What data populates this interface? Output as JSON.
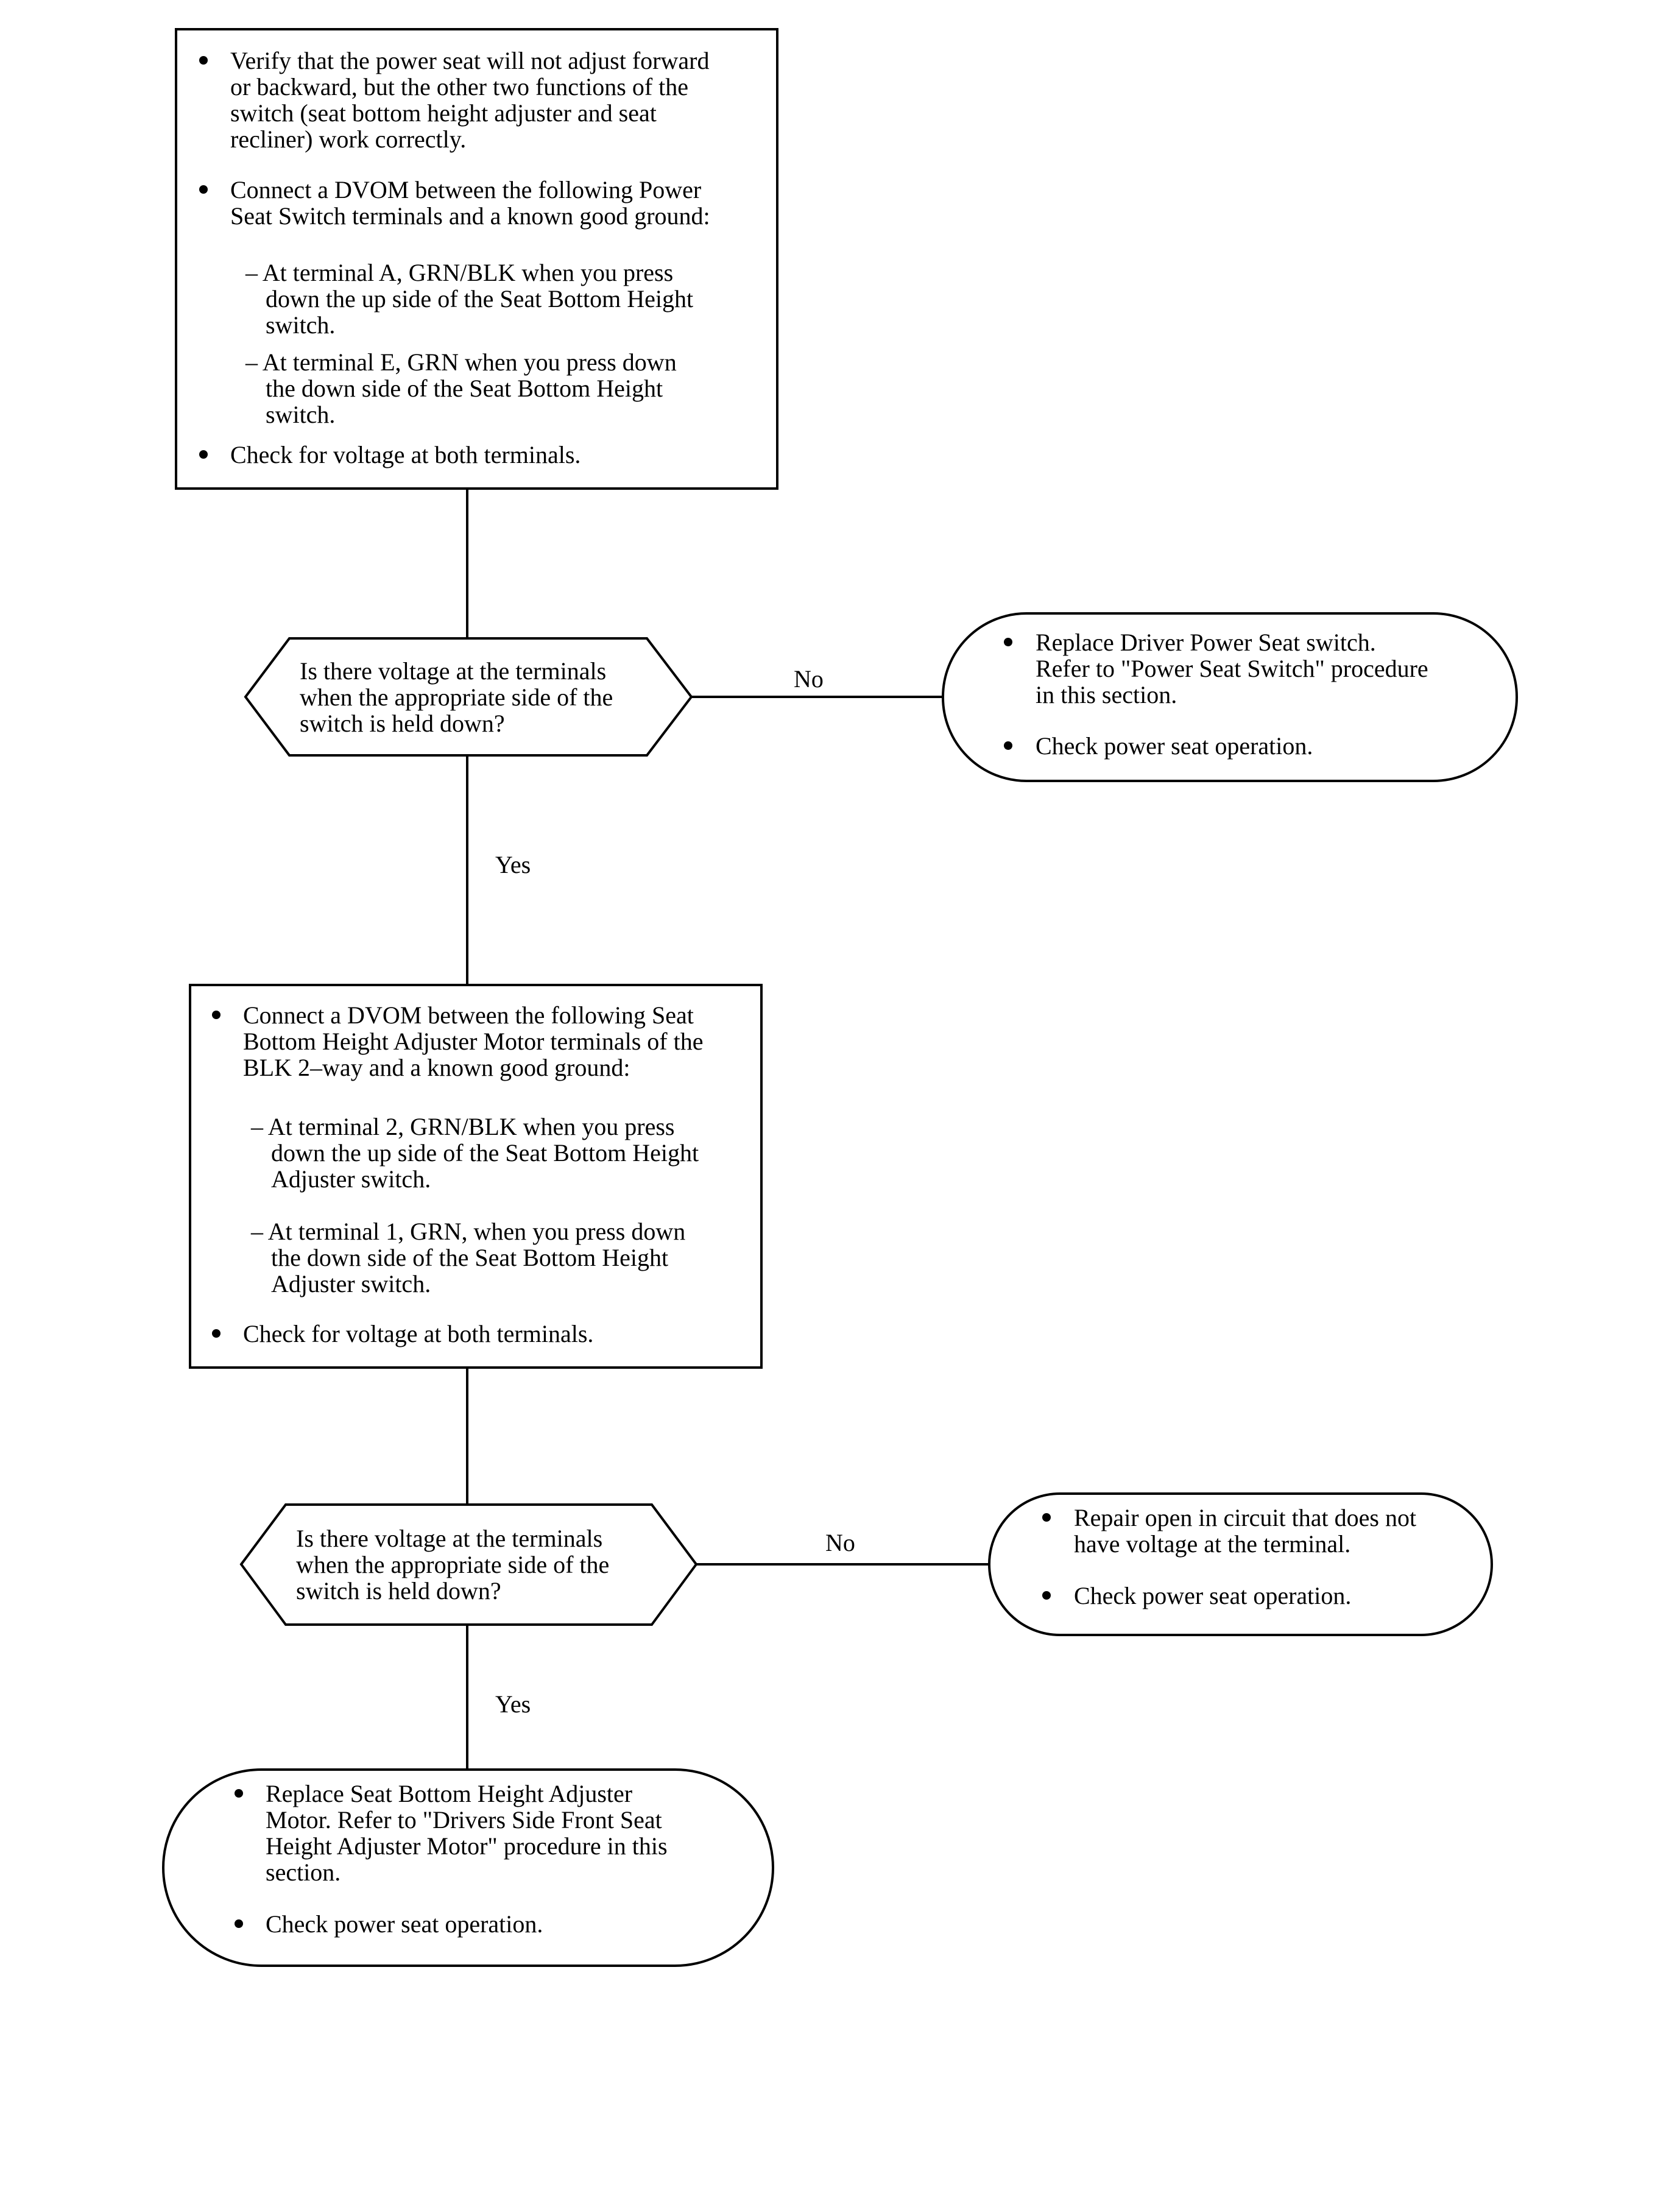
{
  "step1": {
    "bullets": [
      [
        "Verify that the power seat will not adjust forward",
        "or backward, but the other two functions of the",
        "switch (seat bottom height adjuster and seat",
        "recliner) work correctly."
      ],
      [
        "Connect a DVOM between the following Power",
        "Seat Switch terminals and a known good ground:"
      ],
      [
        "Check for voltage at both terminals."
      ]
    ],
    "dashes": [
      [
        "– At terminal A, GRN/BLK when you press",
        "down the up side of the Seat Bottom Height",
        "switch."
      ],
      [
        "– At terminal E, GRN when you press down",
        "the down side of the Seat Bottom Height",
        "switch."
      ]
    ]
  },
  "decision1": {
    "lines": [
      "Is there voltage at the terminals",
      "when the appropriate side of the",
      "switch is held down?"
    ],
    "no_label": "No",
    "yes_label": "Yes"
  },
  "result1": {
    "bullets": [
      [
        "Replace Driver Power Seat switch.",
        "Refer to \"Power Seat Switch\" procedure",
        "in this section."
      ],
      [
        "Check power seat operation."
      ]
    ]
  },
  "step2": {
    "bullets": [
      [
        "Connect a DVOM between the following Seat",
        "Bottom Height Adjuster Motor terminals of the",
        "BLK 2–way and a known good ground:"
      ],
      [
        "Check for voltage at both terminals."
      ]
    ],
    "dashes": [
      [
        "– At terminal 2, GRN/BLK when you press",
        "down the up side of the Seat Bottom Height",
        "Adjuster switch."
      ],
      [
        "– At terminal 1, GRN, when you press down",
        "the down side of the Seat Bottom Height",
        "Adjuster switch."
      ]
    ]
  },
  "decision2": {
    "lines": [
      "Is there voltage at the terminals",
      "when the appropriate side of the",
      "switch is held down?"
    ],
    "no_label": "No",
    "yes_label": "Yes"
  },
  "result2": {
    "bullets": [
      [
        "Repair open in circuit that does not",
        "have voltage at the terminal."
      ],
      [
        "Check power seat operation."
      ]
    ]
  },
  "result3": {
    "bullets": [
      [
        "Replace Seat Bottom Height Adjuster",
        "Motor. Refer to \"Drivers Side Front Seat",
        "Height Adjuster Motor\" procedure in this",
        "section."
      ],
      [
        "Check power seat operation."
      ]
    ]
  }
}
